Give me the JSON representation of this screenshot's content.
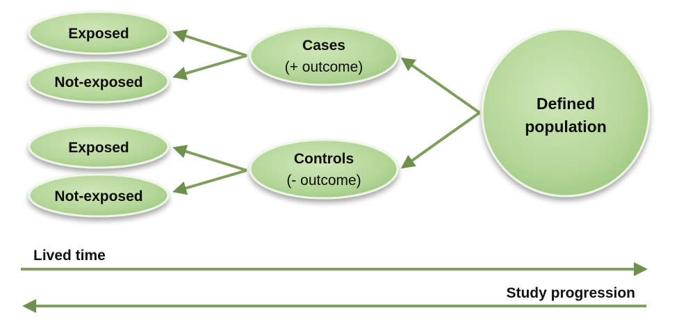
{
  "nodes": {
    "cases": {
      "title": "Cases",
      "subtitle": "(+ outcome)"
    },
    "controls": {
      "title": "Controls",
      "subtitle": "(- outcome)"
    },
    "population": {
      "line1": "Defined",
      "line2": "population"
    },
    "cases_exposed": {
      "label": "Exposed"
    },
    "cases_not_exposed": {
      "label": "Not-exposed"
    },
    "controls_exposed": {
      "label": "Exposed"
    },
    "controls_not_exposed": {
      "label": "Not-exposed"
    }
  },
  "timeline": {
    "lived_time": "Lived time",
    "study_progression": "Study progression"
  },
  "colors": {
    "node_fill_light": "#c9e2b0",
    "node_fill_mid": "#a9cf8c",
    "node_stroke": "#e8f3dc",
    "arrow": "#7b9a5a",
    "arrow_dark": "#5f7d42"
  }
}
